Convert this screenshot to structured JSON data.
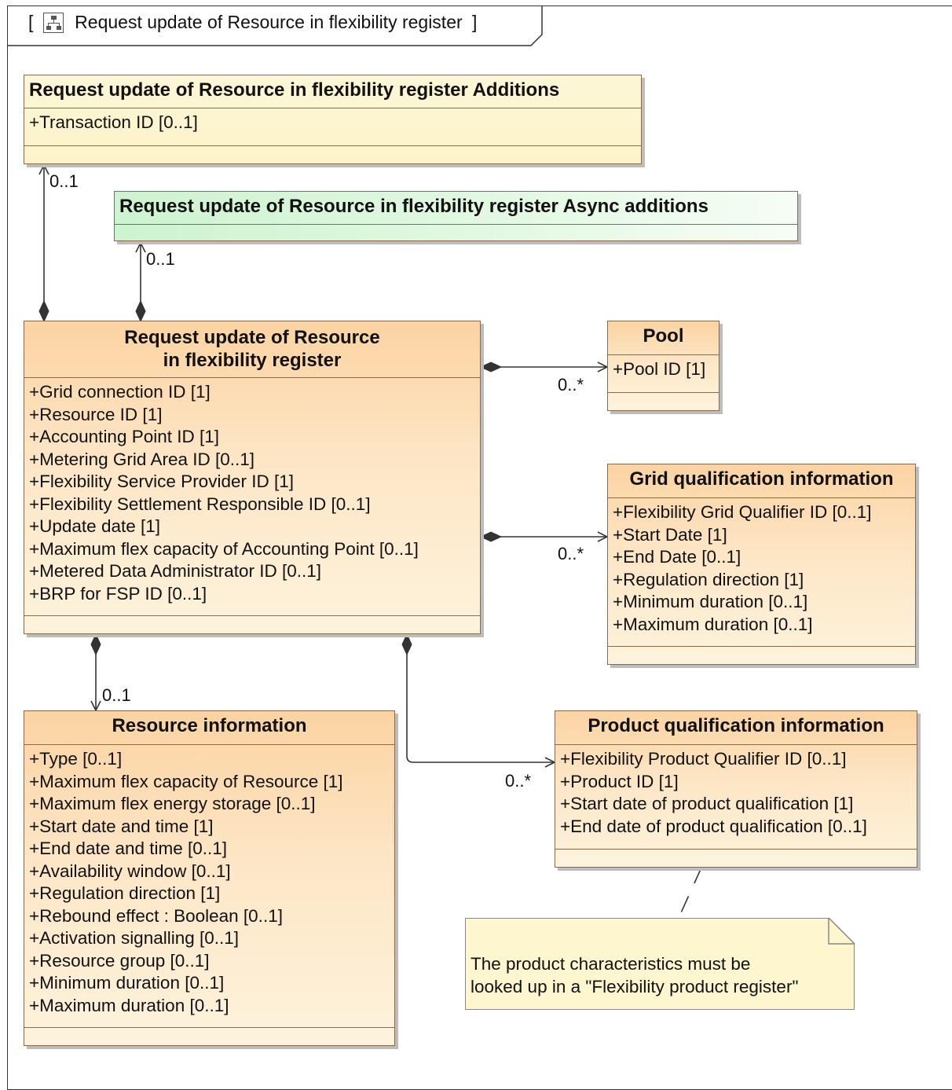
{
  "frame": {
    "open": "[",
    "title": "Request update of Resource in flexibility register",
    "close": "]",
    "icon": "diagram-icon"
  },
  "classes": {
    "additions": {
      "name": "Request update of Resource in flexibility register Additions",
      "attributes": [
        "+Transaction ID [0..1]"
      ]
    },
    "async_additions": {
      "name": "Request update of Resource in flexibility register Async additions",
      "attributes": []
    },
    "main": {
      "name_line1": "Request update of Resource",
      "name_line2": "in flexibility register",
      "attributes": [
        "+Grid connection ID [1]",
        "+Resource ID [1]",
        "+Accounting Point ID [1]",
        "+Metering Grid Area ID [0..1]",
        "+Flexibility Service Provider ID [1]",
        "+Flexibility Settlement Responsible ID [0..1]",
        "+Update date [1]",
        "+Maximum flex capacity of Accounting Point [0..1]",
        "+Metered Data Administrator ID [0..1]",
        "+BRP for FSP ID [0..1]"
      ]
    },
    "pool": {
      "name": "Pool",
      "attributes": [
        "+Pool ID [1]"
      ]
    },
    "grid_qualification": {
      "name": "Grid qualification information",
      "attributes": [
        "+Flexibility Grid Qualifier ID [0..1]",
        "+Start Date [1]",
        "+End Date [0..1]",
        "+Regulation direction [1]",
        "+Minimum duration [0..1]",
        "+Maximum duration [0..1]"
      ]
    },
    "resource_information": {
      "name": "Resource information",
      "attributes": [
        "+Type [0..1]",
        "+Maximum flex capacity of Resource [1]",
        "+Maximum flex energy storage [0..1]",
        "+Start date and time [1]",
        "+End date and time [0..1]",
        "+Availability window [0..1]",
        "+Regulation direction [1]",
        "+Rebound effect : Boolean [0..1]",
        "+Activation signalling [0..1]",
        "+Resource group [0..1]",
        "+Minimum duration [0..1]",
        "+Maximum duration [0..1]"
      ]
    },
    "product_qualification": {
      "name": "Product qualification information",
      "attributes": [
        "+Flexibility Product Qualifier ID [0..1]",
        "+Product ID [1]",
        "+Start date of product qualification [1]",
        "+End date of product qualification [0..1]"
      ]
    }
  },
  "multiplicities": {
    "additions": "0..1",
    "async_additions": "0..1",
    "pool": "0..*",
    "grid_qualification": "0..*",
    "resource_information": "0..1",
    "product_qualification": "0..*"
  },
  "note": {
    "lines": [
      "The product characteristics must be",
      "looked up in a \"Flexibility product register\""
    ]
  },
  "colors": {
    "class_orange": "#fbd3a2",
    "class_yellow": "#fdf7d8",
    "class_green": "#cdf3d0",
    "note": "#fdf6cf",
    "line": "#333333"
  }
}
